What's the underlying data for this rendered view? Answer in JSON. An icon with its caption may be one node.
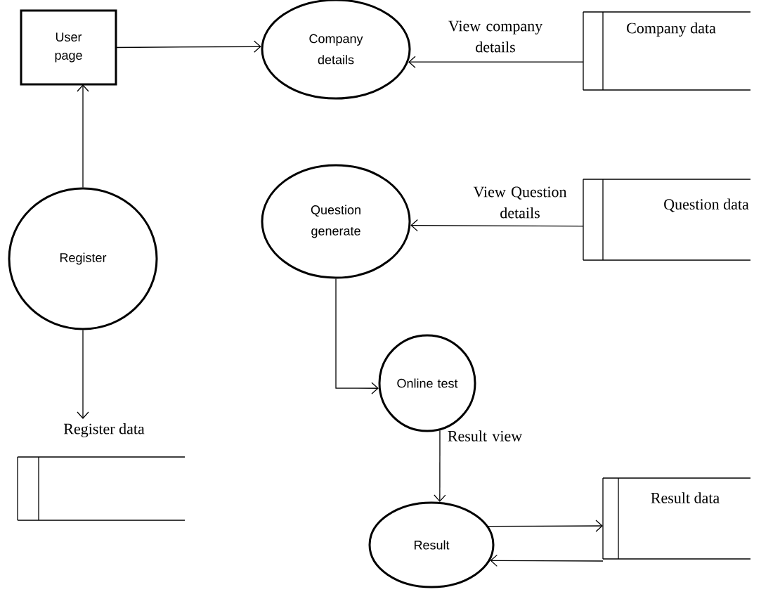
{
  "diagram": {
    "nodes": [
      {
        "text": [
          "User page"
        ]
      },
      {
        "text": [
          "Company details"
        ]
      },
      {
        "text": [
          "Company data"
        ]
      },
      {
        "text": [
          "Register"
        ]
      },
      {
        "text": [
          "Question generate"
        ]
      },
      {
        "text": [
          "Question data"
        ]
      },
      {
        "text": [
          "Register data"
        ]
      },
      {
        "text": [
          "Online test"
        ]
      },
      {
        "text": [
          "Result"
        ]
      },
      {
        "text": [
          "Result data"
        ]
      }
    ],
    "edges": [
      {
        "from": 0,
        "to": 1,
        "arrow": "to"
      },
      {
        "from": 2,
        "to": 1,
        "arrow": "to",
        "label": "View company details"
      },
      {
        "from": 3,
        "to": 0,
        "arrow": "to"
      },
      {
        "from": 5,
        "to": 4,
        "arrow": "to",
        "label": "View Question details"
      },
      {
        "from": 3,
        "to": 6,
        "arrow": "to"
      },
      {
        "from": 4,
        "to": 7,
        "arrow": "to"
      },
      {
        "from": 7,
        "to": 8,
        "arrow": "to",
        "label": "Result view"
      },
      {
        "from": 8,
        "to": 9,
        "arrow": "to"
      },
      {
        "from": 9,
        "to": 8,
        "arrow": "to"
      }
    ]
  }
}
